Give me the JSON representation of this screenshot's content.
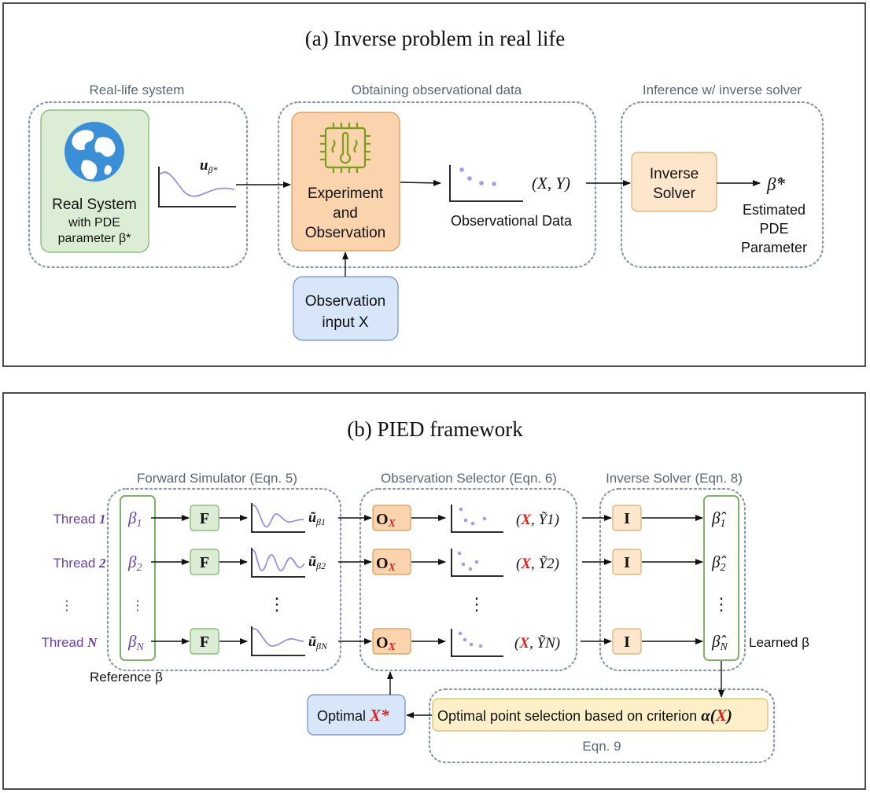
{
  "panel_a": {
    "title": "(a) Inverse problem in real life",
    "groups": {
      "real_life": "Real-life system",
      "obtaining": "Obtaining observational data",
      "inference": "Inference w/ inverse solver"
    },
    "real_system": {
      "line1": "Real System",
      "line2": "with PDE",
      "line3": "parameter β*"
    },
    "u_label": "u",
    "u_sub": "β*",
    "experiment": {
      "line1": "Experiment",
      "line2": "and",
      "line3": "Observation"
    },
    "obs_data_label": "Observational Data",
    "xy_label": "(X, Y)",
    "observation_input": {
      "line1": "Observation",
      "line2": "input X"
    },
    "inverse_solver": {
      "line1": "Inverse",
      "line2": "Solver"
    },
    "beta_hat": "β̂*",
    "estimated": {
      "line1": "Estimated",
      "line2": "PDE",
      "line3": "Parameter"
    }
  },
  "panel_b": {
    "title": "(b) PIED framework",
    "groups": {
      "forward": "Forward Simulator (Eqn. 5)",
      "selector": "Observation Selector (Eqn. 6)",
      "inverse": "Inverse Solver (Eqn. 8)",
      "eqn9": "Eqn. 9"
    },
    "threads": [
      {
        "label": "Thread",
        "num": "1",
        "beta": "β",
        "sub": "1",
        "u": "ũ",
        "usub": "β1",
        "y": "Ỹ1",
        "bhat": "β̂",
        "bsub": "1"
      },
      {
        "label": "Thread",
        "num": "2",
        "beta": "β",
        "sub": "2",
        "u": "ũ",
        "usub": "β2",
        "y": "Ỹ2",
        "bhat": "β̂",
        "bsub": "2"
      },
      {
        "label": "Thread",
        "num": "N",
        "beta": "β",
        "sub": "N",
        "u": "ũ",
        "usub": "βN",
        "y": "ỸN",
        "bhat": "β̂",
        "bsub": "N"
      }
    ],
    "ellipsis_v": "⋮",
    "f_label": "F",
    "o_label": "O",
    "o_sub": "X",
    "i_label": "I",
    "x_red": "X",
    "reference_beta": "Reference β",
    "learned_beta": "Learned β",
    "optimal": {
      "text": "Optimal",
      "x": "X*"
    },
    "criterion": {
      "text": "Optimal point selection based on criterion ",
      "alpha": "α(",
      "x": "X",
      "close": ")"
    }
  },
  "colors": {
    "green_fill": "#dbeed5",
    "green_stroke": "#7bb36a",
    "orange_fill": "#fbd3ad",
    "orange_stroke": "#d49a57",
    "lightorange_fill": "#fde6cc",
    "lightorange_stroke": "#d9ad6e",
    "blue_fill": "#d7e6f8",
    "blue_stroke": "#6c8fbf",
    "yellow_fill": "#fdf0c8",
    "yellow_stroke": "#d8bc6e",
    "globe": "#3a8fd6",
    "chip": "#7a9e1c"
  }
}
